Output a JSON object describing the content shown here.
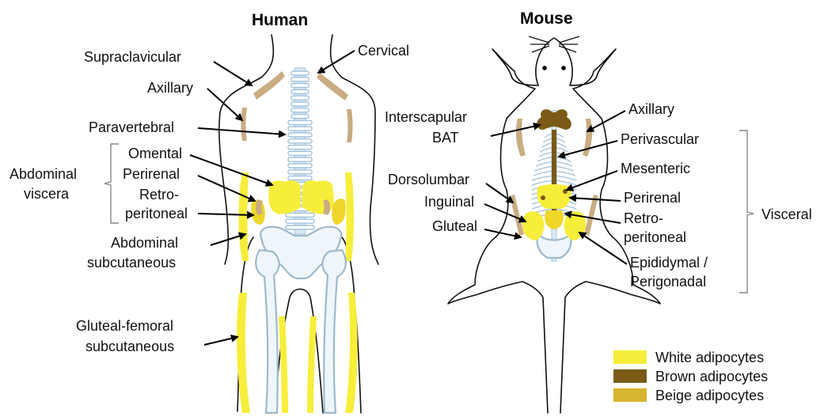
{
  "titles": {
    "human": "Human",
    "mouse": "Mouse"
  },
  "human_labels": {
    "supraclavicular": "Supraclavicular",
    "cervical": "Cervical",
    "axillary": "Axillary",
    "paravertebral": "Paravertebral",
    "omental": "Omental",
    "perirenal": "Perirenal",
    "retro_line1": "Retro-",
    "retro_line2": "peritoneal",
    "abdominal_viscera_line1": "Abdominal",
    "abdominal_viscera_line2": "viscera",
    "abdominal_subcut_line1": "Abdominal",
    "abdominal_subcut_line2": "subcutaneous",
    "gluteal_femoral_line1": "Gluteal-femoral",
    "gluteal_femoral_line2": "subcutaneous"
  },
  "mouse_labels": {
    "interscapular_line1": "Interscapular",
    "interscapular_line2": "BAT",
    "axillary": "Axillary",
    "perivascular": "Perivascular",
    "mesenteric": "Mesenteric",
    "dorsolumbar": "Dorsolumbar",
    "inguinal": "Inguinal",
    "gluteal": "Gluteal",
    "perirenal": "Perirenal",
    "retro_line1": "Retro-",
    "retro_line2": "peritoneal",
    "epididymal_line1": "Epididymal /",
    "epididymal_line2": "Perigonadal",
    "visceral": "Visceral"
  },
  "legend": [
    {
      "label": "White adipocytes",
      "color": "#f6ee3a"
    },
    {
      "label": "Brown adipocytes",
      "color": "#7a5a16"
    },
    {
      "label": "Beige adipocytes",
      "color": "#d7b52f"
    }
  ],
  "colors": {
    "white_fat": "#f6ee3a",
    "white_fat_dark": "#efd62a",
    "brown_fat": "#7a5a16",
    "beige_fat": "#c9ac83",
    "bone": "#9fb9cc"
  }
}
